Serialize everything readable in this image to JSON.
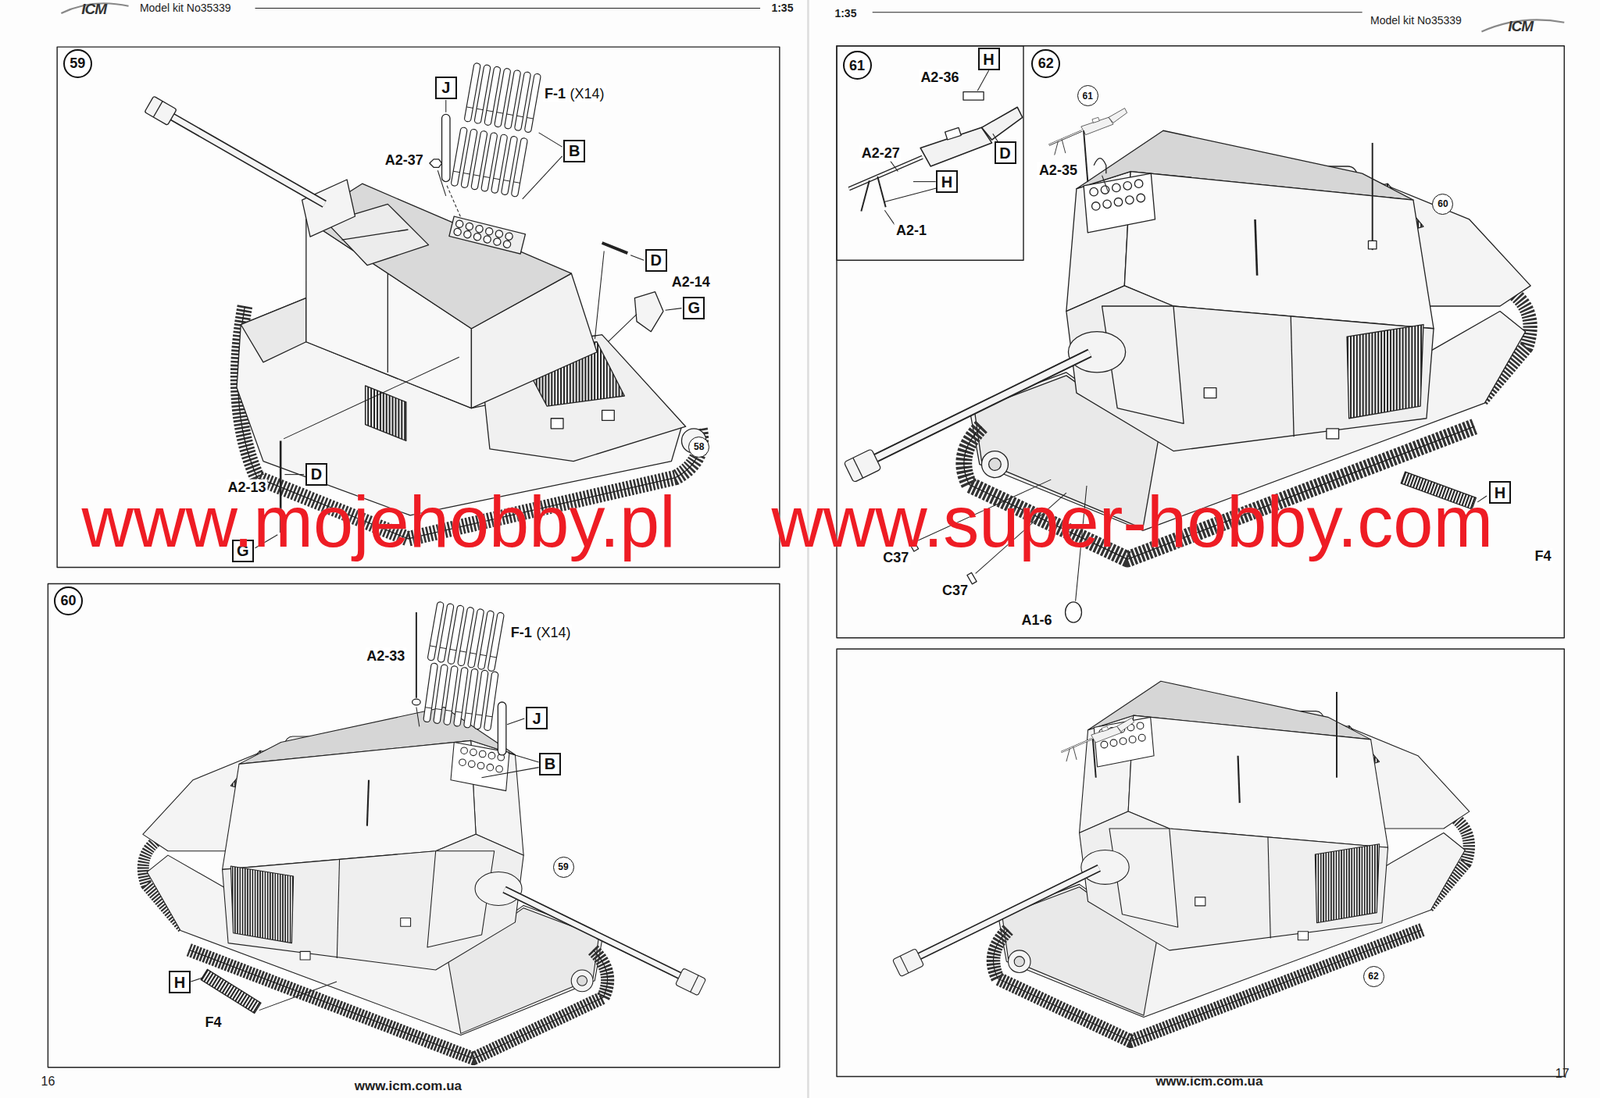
{
  "diagram": {
    "nodes": [
      {
        "text": [
          "59"
        ]
      },
      {
        "text": [
          "J"
        ]
      },
      {
        "text": [
          "B"
        ]
      },
      {
        "text": [
          "D"
        ]
      },
      {
        "text": [
          "G"
        ]
      },
      {
        "text": [
          "D"
        ]
      },
      {
        "text": [
          "G"
        ]
      },
      {
        "text": [
          "58"
        ]
      },
      {
        "text": [
          "60"
        ]
      },
      {
        "text": [
          "J"
        ]
      },
      {
        "text": [
          "B"
        ]
      },
      {
        "text": [
          "59"
        ]
      },
      {
        "text": [
          "H"
        ]
      },
      {
        "text": [
          "61"
        ]
      },
      {
        "text": [
          "H"
        ]
      },
      {
        "text": [
          "D"
        ]
      },
      {
        "text": [
          "H"
        ]
      },
      {
        "text": [
          "62"
        ]
      },
      {
        "text": [
          "61"
        ]
      },
      {
        "text": [
          "60"
        ]
      },
      {
        "text": [
          "H"
        ]
      },
      {
        "text": [
          "62"
        ]
      }
    ],
    "labels": [
      "Model kit No35339",
      "1:35",
      "1:35",
      "Model kit No35339",
      "ICM",
      "ICM",
      "16",
      "17",
      "www.icm.com.ua",
      "www.icm.com.ua",
      "www.mojehobby.pl",
      "www.super-hobby.com",
      "F-1",
      "(X14)",
      "A2-37",
      "A2-14",
      "A2-13",
      "F-1",
      "(X14)",
      "A2-33",
      "F4",
      "A2-36",
      "A2-27",
      "A2-1",
      "A2-35",
      "C37",
      "C37",
      "A1-6",
      "F4"
    ]
  }
}
